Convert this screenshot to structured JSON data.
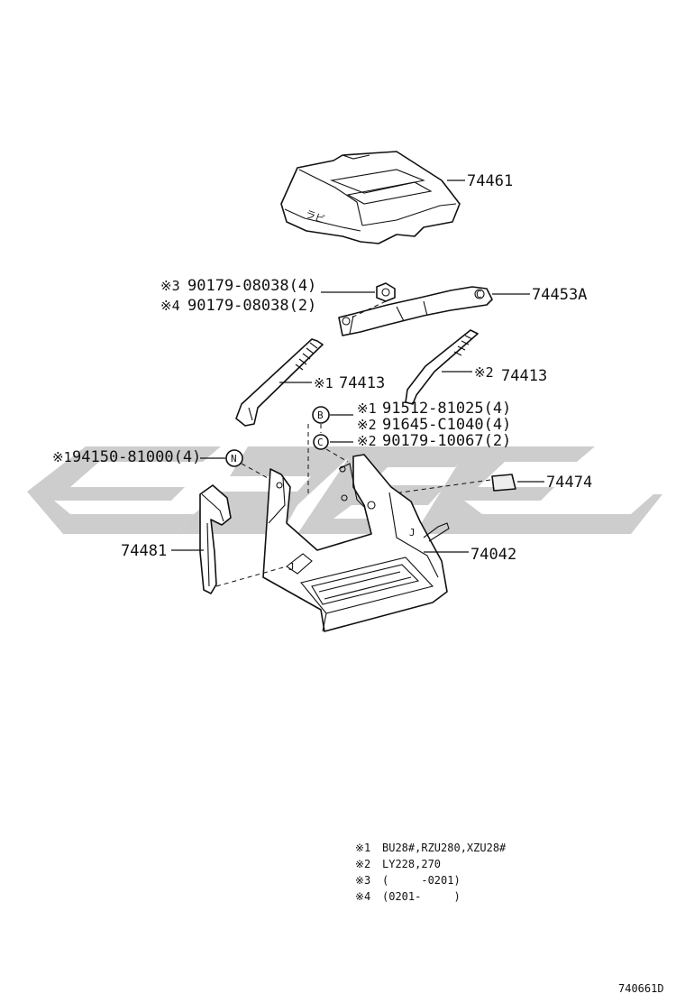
{
  "watermark": {
    "color": "#c8c8c8"
  },
  "parts": {
    "p74461": {
      "code": "74461"
    },
    "p74453A": {
      "code": "74453A"
    },
    "nut_top": {
      "mark3": "※3",
      "code3": "90179-08038(4)",
      "mark4": "※4",
      "code4": "90179-08038(2)"
    },
    "rod_left": {
      "mark": "※1",
      "code": "74413"
    },
    "rod_right": {
      "mark": "※2",
      "code": "74413"
    },
    "bolt_b": {
      "mark1": "※1",
      "code1": "91512-81025(4)",
      "mark2": "※2",
      "code2": "91645-C1040(4)",
      "letter": "B"
    },
    "nut_c": {
      "mark": "※2",
      "code": "90179-10067(2)",
      "letter": "C"
    },
    "nut_n": {
      "mark": "※1",
      "code": "94150-81000(4)",
      "letter": "N"
    },
    "p74474": {
      "code": "74474"
    },
    "p74481": {
      "code": "74481"
    },
    "p74042": {
      "code": "74042"
    },
    "clip_letter": "C"
  },
  "notes": [
    {
      "mark": "※1",
      "text": "BU28#,RZU280,XZU28#"
    },
    {
      "mark": "※2",
      "text": "LY228,270"
    },
    {
      "mark": "※3",
      "text": "(     -0201)"
    },
    {
      "mark": "※4",
      "text": "(0201-     )"
    }
  ],
  "reference": "740661D"
}
